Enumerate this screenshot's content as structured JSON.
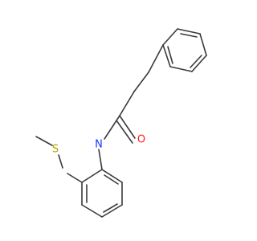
{
  "molecule": {
    "atoms": [
      {
        "id": "S",
        "label": "S",
        "color": "#b8a000"
      },
      {
        "id": "N",
        "label": "N",
        "color": "#1a35ff"
      },
      {
        "id": "O",
        "label": "O",
        "color": "#ff2020"
      }
    ],
    "bond_color": "#3a3a3a"
  }
}
